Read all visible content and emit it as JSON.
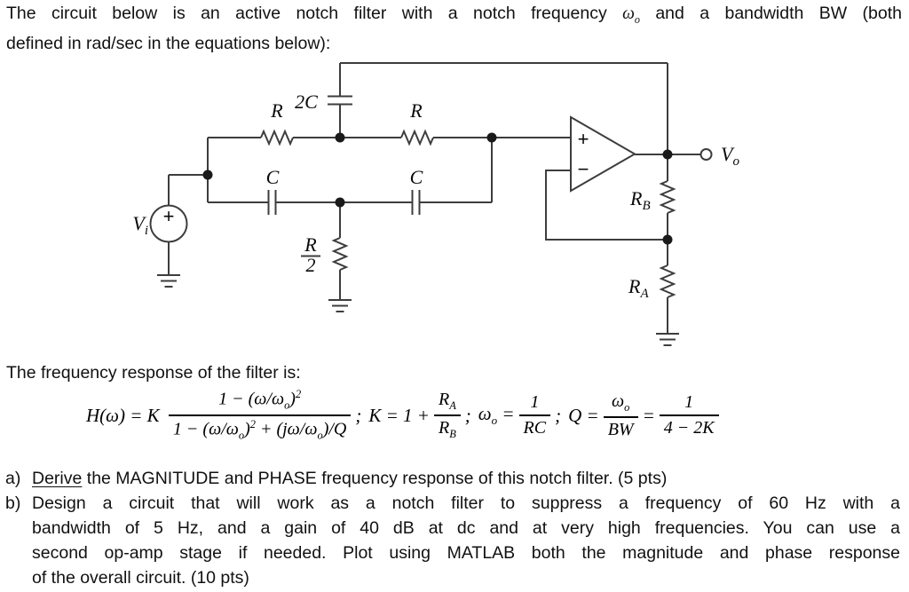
{
  "intro": {
    "line1_pre_omega": "The circuit below is an active notch filter with a notch frequency ",
    "omega": "ω",
    "omega_sub": "o",
    "line1_post_omega": " and a bandwidth BW (both",
    "line2": "defined in rad/sec in the equations below):"
  },
  "circuit": {
    "r1_label": "R",
    "cap_2c_label": "2C",
    "r2_label": "R",
    "c1_label": "C",
    "c2_label": "C",
    "r_half": {
      "num": "R",
      "den": "2"
    },
    "source_plus": "+",
    "vi": {
      "main": "V",
      "sub": "i"
    },
    "vo": {
      "main": "V",
      "sub": "o"
    },
    "rb": {
      "main": "R",
      "sub": "B"
    },
    "ra": {
      "main": "R",
      "sub": "A"
    },
    "opamp": {
      "plus": "+",
      "minus": "−"
    }
  },
  "freq": {
    "heading": "The frequency response of the filter is:"
  },
  "eq": {
    "lhs": "H(ω) = K ",
    "frac1": {
      "num": "1 − (ω/ω_{o})^{2}",
      "den": "1 − (ω/ω_{o})^{2} + (jω/ω_{o})/Q"
    },
    "sep1": ";",
    "k_term": "K = 1 +",
    "frac2": {
      "num": "R_{A}",
      "den": "R_{B}"
    },
    "sep2": ";",
    "omega_term": "ω_{o} =",
    "frac3": {
      "num": "1",
      "den": "RC"
    },
    "sep3": ";",
    "q_term": "Q =",
    "frac4": {
      "num": "ω_{o}",
      "den": "BW"
    },
    "eq2": "=",
    "frac5": {
      "num": "1",
      "den": "4 − 2K"
    }
  },
  "questions": {
    "a": {
      "label": "a)",
      "underlined": "Derive",
      "rest": " the MAGNITUDE and PHASE frequency response of this notch filter. (5 pts)"
    },
    "b": {
      "label": "b)",
      "lines": [
        "Design a circuit that will work as a notch filter to suppress a frequency of 60 Hz with a",
        "bandwidth of 5 Hz, and a gain of 40 dB at dc and at very high frequencies. You can use a",
        "second op-amp stage if needed. Plot using MATLAB both the magnitude and phase response",
        "of the overall circuit. (10 pts)"
      ]
    }
  }
}
